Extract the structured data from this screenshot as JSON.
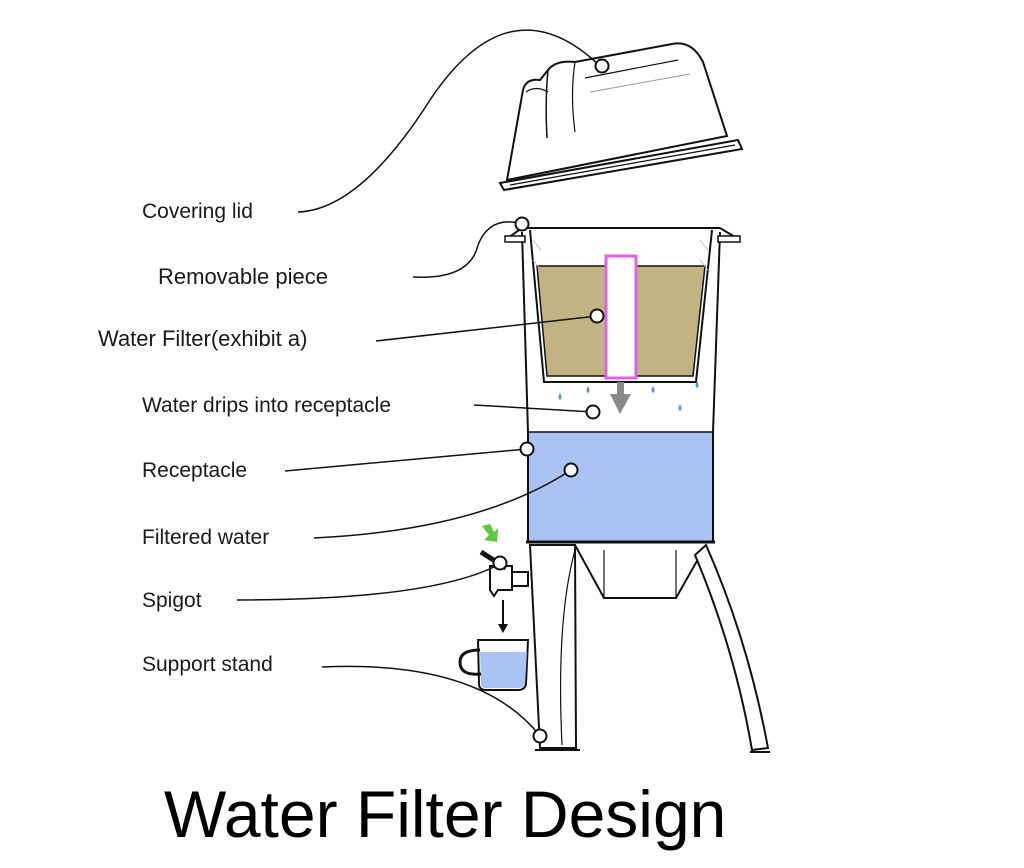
{
  "title": "Water Filter Design",
  "labels": {
    "covering_lid": "Covering lid",
    "removable_piece": "Removable piece",
    "water_filter": "Water Filter(exhibit a)",
    "water_drips": "Water drips into receptacle",
    "receptacle": "Receptacle",
    "filtered_water": "Filtered water",
    "spigot": "Spigot",
    "support_stand": "Support stand"
  },
  "colors": {
    "filter_medium": "#c2b383",
    "filtered_water": "#a9c3f5",
    "filter_cartridge_outline": "#e060e8",
    "water_drop": "#5b8fd9",
    "flow_arrow": "#8a8a8a",
    "press_indicator": "#5cc93a",
    "outline": "#111111"
  },
  "icons": {
    "press_indicator": "green-down-left-arrow-icon",
    "flow_arrow": "down-arrow-icon",
    "cup": "cup-icon"
  }
}
